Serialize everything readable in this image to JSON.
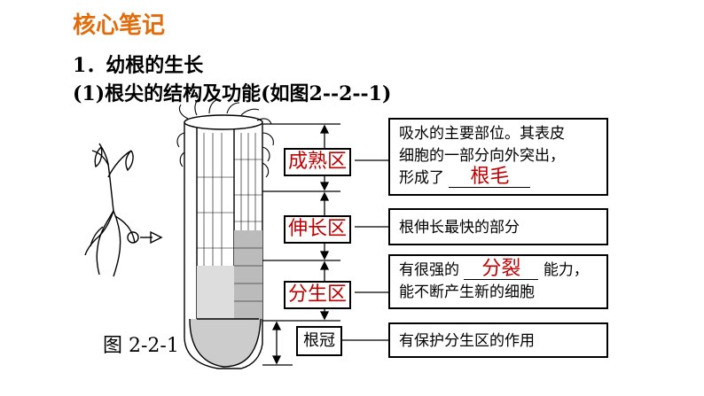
{
  "header": {
    "section_title": "核心笔记",
    "heading_1": "1．幼根的生长",
    "heading_2": "(1)根尖的结构及功能(如图2--2--1)"
  },
  "figure": {
    "caption": "图 2-2-1"
  },
  "zones": [
    {
      "name": "成熟区",
      "desc_line1": "吸水的主要部位。其表皮",
      "desc_line2": "细胞的一部分向外突出，",
      "desc_prefix": "形成了",
      "answer": "根毛"
    },
    {
      "name": "伸长区",
      "desc": "根伸长最快的部分"
    },
    {
      "name": "分生区",
      "desc_prefix": "有很强的",
      "answer": "分裂",
      "desc_suffix": "能力，",
      "desc_line2": "能不断产生新的细胞"
    },
    {
      "name": "根冠",
      "desc": "有保护分生区的作用"
    }
  ],
  "colors": {
    "title": "#e36c0a",
    "answer": "#c00000"
  }
}
